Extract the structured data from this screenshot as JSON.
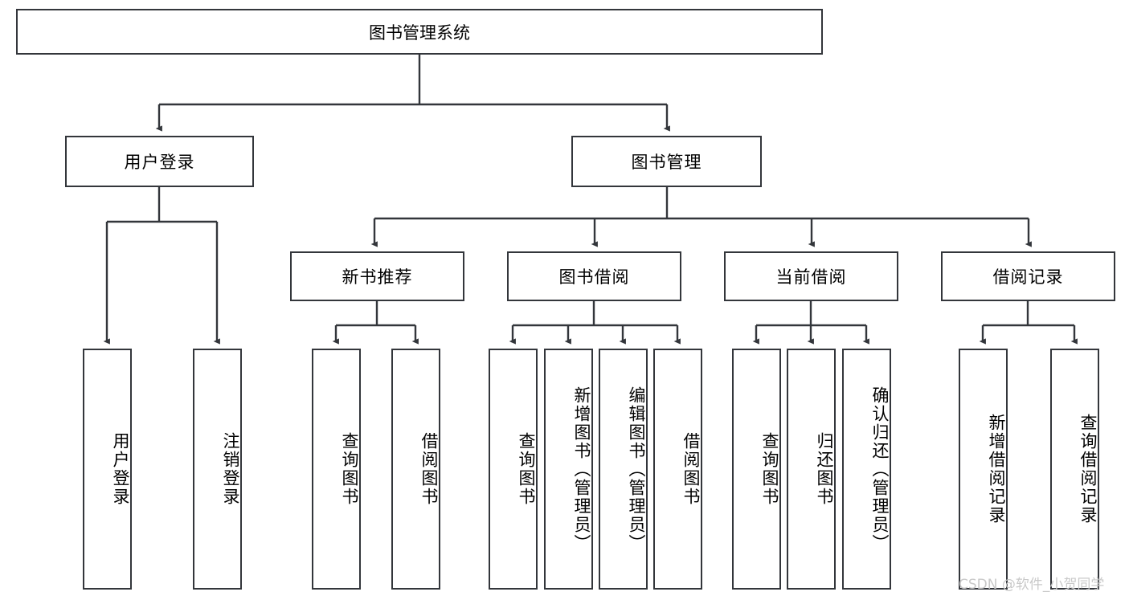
{
  "diagram": {
    "title": "图书管理系统",
    "type": "tree-hierarchy",
    "watermark": "CSDN @软件_小贺同学",
    "stroke_color": "#33363b",
    "fill_color": "#ffffff",
    "text_color": "#000000",
    "watermark_color": "#c9c9c9"
  },
  "nodes": {
    "root": {
      "label": "图书管理系统",
      "level": 1
    },
    "level2": [
      {
        "id": "user-login",
        "label": "用户登录"
      },
      {
        "id": "book-management",
        "label": "图书管理"
      }
    ],
    "level3": [
      {
        "id": "new-book-recommend",
        "label": "新书推荐",
        "parent": "book-management"
      },
      {
        "id": "book-borrow",
        "label": "图书借阅",
        "parent": "book-management"
      },
      {
        "id": "current-borrow",
        "label": "当前借阅",
        "parent": "book-management"
      },
      {
        "id": "borrow-record",
        "label": "借阅记录",
        "parent": "book-management"
      }
    ],
    "leaves": {
      "user_login": [
        {
          "id": "leaf-user-login",
          "label": "用户登录"
        },
        {
          "id": "leaf-logout",
          "label": "注销登录"
        }
      ],
      "new_book_recommend": [
        {
          "id": "leaf-query-book-1",
          "label": "查询图书"
        },
        {
          "id": "leaf-borrow-book-1",
          "label": "借阅图书"
        }
      ],
      "book_borrow": [
        {
          "id": "leaf-query-book-2",
          "label": "查询图书"
        },
        {
          "id": "leaf-add-book",
          "label": "新增图书（管理员）"
        },
        {
          "id": "leaf-edit-book",
          "label": "编辑图书（管理员）"
        },
        {
          "id": "leaf-borrow-book-2",
          "label": "借阅图书"
        }
      ],
      "current_borrow": [
        {
          "id": "leaf-query-book-3",
          "label": "查询图书"
        },
        {
          "id": "leaf-return-book",
          "label": "归还图书"
        },
        {
          "id": "leaf-confirm-return",
          "label": "确认归还（管理员）"
        }
      ],
      "borrow_record": [
        {
          "id": "leaf-add-record",
          "label": "新增借阅记录"
        },
        {
          "id": "leaf-query-record",
          "label": "查询借阅记录"
        }
      ]
    }
  }
}
